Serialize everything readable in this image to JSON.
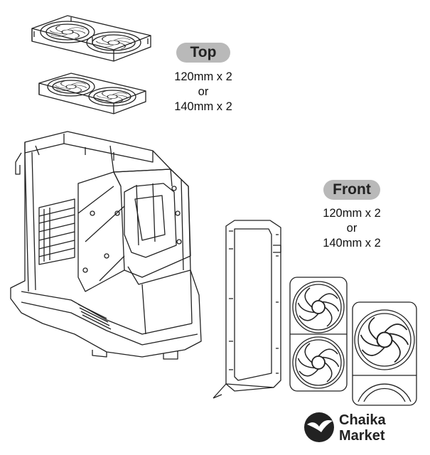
{
  "top": {
    "label": "Top",
    "option1": "120mm x 2",
    "or": "or",
    "option2": "140mm x 2"
  },
  "front": {
    "label": "Front",
    "option1": "120mm x 2",
    "or": "or",
    "option2": "140mm x 2"
  },
  "brand": {
    "line1": "Chaika",
    "line2": "Market"
  },
  "colors": {
    "pill": "#b9b9b9",
    "line": "#222222"
  }
}
